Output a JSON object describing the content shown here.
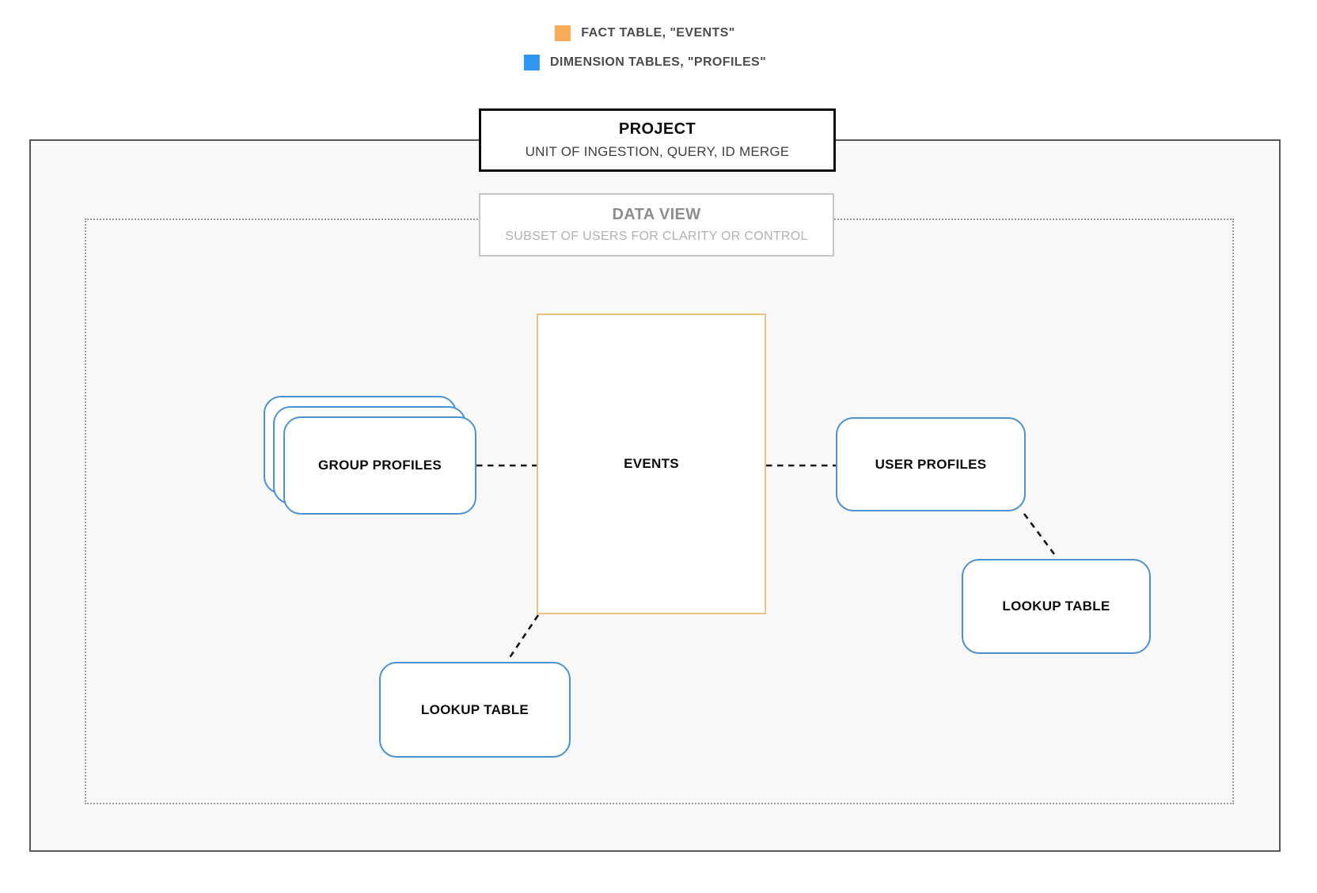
{
  "legend": {
    "items": [
      {
        "label": "FACT TABLE, \"EVENTS\"",
        "color": "#F6AB57",
        "kind": "fact"
      },
      {
        "label": "DIMENSION TABLES, \"PROFILES\"",
        "color": "#2F96F2",
        "kind": "dimension"
      }
    ]
  },
  "project": {
    "title": "PROJECT",
    "subtitle": "UNIT OF INGESTION, QUERY, ID MERGE"
  },
  "data_view": {
    "title": "DATA VIEW",
    "subtitle": "SUBSET OF USERS FOR CLARITY OR CONTROL"
  },
  "nodes": {
    "events": {
      "label": "EVENTS",
      "type": "fact"
    },
    "group_profiles": {
      "label": "GROUP PROFILES",
      "type": "dimension",
      "stacked": true
    },
    "user_profiles": {
      "label": "USER PROFILES",
      "type": "dimension"
    },
    "lookup_table_right": {
      "label": "LOOKUP TABLE",
      "type": "dimension"
    },
    "lookup_table_bottom": {
      "label": "LOOKUP TABLE",
      "type": "dimension"
    }
  },
  "edges": [
    {
      "from": "group_profiles",
      "to": "events",
      "style": "dashed"
    },
    {
      "from": "events",
      "to": "user_profiles",
      "style": "dashed"
    },
    {
      "from": "user_profiles",
      "to": "lookup_table_right",
      "style": "dashed"
    },
    {
      "from": "events",
      "to": "lookup_table_bottom",
      "style": "dashed"
    }
  ],
  "colors": {
    "fact_border": "#ECC185",
    "dimension_border": "#4A91CE",
    "connector": "#161616",
    "project_rect_border": "#585858",
    "data_view_rect_border": "#9A9A9A",
    "inner_background": "#F8F8F8"
  }
}
